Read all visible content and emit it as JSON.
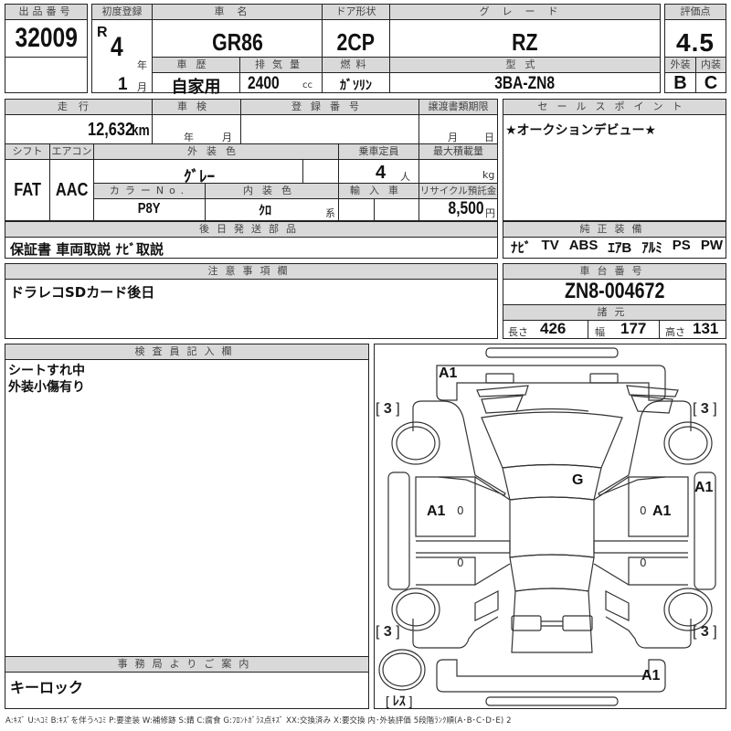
{
  "lot": {
    "header": "出品番号",
    "value": "32009"
  },
  "first_registration": {
    "header": "初度登録",
    "era": "R",
    "year": "4",
    "year_unit": "年",
    "month": "1",
    "month_unit": "月"
  },
  "car_name": {
    "header": "車名",
    "value": "GR86"
  },
  "door": {
    "header": "ドア形状",
    "value": "2CP"
  },
  "grade": {
    "header": "グレード",
    "value": "RZ"
  },
  "score": {
    "header": "評価点",
    "value": "4.5"
  },
  "history": {
    "header": "車歴",
    "value": "自家用"
  },
  "displacement": {
    "header": "排気量",
    "value": "2400",
    "unit": "cc"
  },
  "fuel": {
    "header": "燃料",
    "value": "ｶﾞｿﾘﾝ"
  },
  "model_code": {
    "header": "型式",
    "value": "3BA-ZN8"
  },
  "exterior_grade": {
    "header": "外装",
    "value": "B"
  },
  "interior_grade": {
    "header": "内装",
    "value": "C"
  },
  "mileage": {
    "header": "走行",
    "value": "12,632",
    "unit": "km"
  },
  "inspection": {
    "header": "車検",
    "year_unit": "年",
    "month_unit": "月"
  },
  "registration_number": {
    "header": "登録番号",
    "value": ""
  },
  "transfer_deadline": {
    "header": "譲渡書類期限",
    "month_unit": "月",
    "day_unit": "日"
  },
  "shift": {
    "header": "シフト",
    "value": "FAT"
  },
  "aircon": {
    "header": "エアコン",
    "value": "AAC"
  },
  "exterior_color": {
    "header": "外装色",
    "value": "ｸﾞﾚｰ"
  },
  "capacity": {
    "header": "乗車定員",
    "value": "4",
    "unit": "人"
  },
  "max_load": {
    "header": "最大積載量",
    "value": "",
    "unit": "kg"
  },
  "color_no": {
    "header": "カラーNo.",
    "value": "P8Y"
  },
  "interior_color": {
    "header": "内装色",
    "value": "ｸﾛ",
    "suffix": "系"
  },
  "import": {
    "header": "輸入車",
    "value": ""
  },
  "recycle_fee": {
    "header": "リサイクル預託金",
    "value": "8,500",
    "unit": "円"
  },
  "sales_point": {
    "header": "セールスポイント",
    "value": "★オークションデビュー★"
  },
  "later_parts": {
    "header": "後日発送部品",
    "value": "保証書  車両取説 ﾅﾋﾞ取説"
  },
  "equipment": {
    "header": "純正装備",
    "items": [
      "ﾅﾋﾞ",
      "TV",
      "ABS",
      "ｴｱB",
      "ｱﾙﾐ",
      "PS",
      "PW"
    ]
  },
  "notes": {
    "header": "注意事項欄",
    "value": "ドラレコSDカード後日"
  },
  "chassis": {
    "header": "車台番号",
    "value": "ZN8-004672"
  },
  "specs": {
    "header": "諸元",
    "length_label": "長さ",
    "length": "426",
    "width_label": "幅",
    "width": "177",
    "height_label": "高さ",
    "height": "131"
  },
  "inspector": {
    "header": "検査員記入欄",
    "lines": [
      "シートすれ中",
      "外装小傷有り"
    ]
  },
  "office": {
    "header": "事務局よりご案内",
    "value": "キーロック"
  },
  "diagram": {
    "marks": {
      "front_bumper": "A1",
      "windshield": "G",
      "left_front_door": "A1",
      "right_front_door": "A1",
      "right_side_panel": "A1",
      "rear_bumper": "A1"
    },
    "tires": {
      "front_left": "3",
      "front_right": "3",
      "rear_left": "3",
      "rear_right": "3",
      "spare": "ﾚｽ"
    },
    "door_zero": "0"
  },
  "legend": "A:ｷｽﾞ  U:ﾍｺﾐ  B:ｷｽﾞを伴うﾍｺﾐ  P:要塗装  W:補修跡  S:錆  C:腐食  G:ﾌﾛﾝﾄｶﾞﾗｽ点ｷｽﾞ  XX:交換済み  X:要交換   内･外装評価  5段階ﾗﾝｸ順(A･B･C･D･E) 2"
}
